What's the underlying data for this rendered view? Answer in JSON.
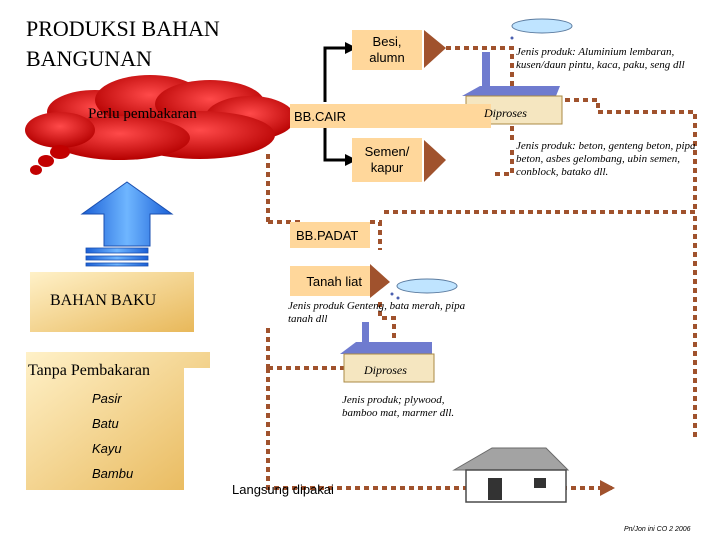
{
  "title": {
    "line1": "PRODUKSI BAHAN",
    "line2": "BANGUNAN"
  },
  "cloud": {
    "label": "Perlu pembakaran"
  },
  "bahan_baku": {
    "label": "BAHAN BAKU"
  },
  "tanpa_pembakaran": {
    "label": "Tanpa Pembakaran",
    "items": [
      "Pasir",
      "Batu",
      "Kayu",
      "Bambu"
    ]
  },
  "nodes": {
    "besi": "Besi, alumn",
    "bb_cair": "BB.CAIR",
    "semen": "Semen/ kapur",
    "bb_padat": "BB.PADAT",
    "tanah_liat": "Tanah liat",
    "diproses_1": "Diproses",
    "diproses_2": "Diproses",
    "langsung": "Langsung dipakai"
  },
  "notes": {
    "logam": "Jenis produk: Aluminium lembaran, kusen/daun pintu, kaca, paku, seng dll",
    "semen": "Jenis produk: beton, genteng beton, pipa beton, asbes gelombang, ubin semen, conblock, batako dll.",
    "tanah": "Jenis produk Genteng, bata merah, pipa tanah dll",
    "kayu": "Jenis produk; plywood, bamboo mat, marmer dll."
  },
  "footer": "Pn/Jon ini CO 2 2006",
  "colors": {
    "cloud": "#cc0000",
    "box": "#ffd79b",
    "arrow_fill": "#2a7fff",
    "dotted_line": "#a0522d",
    "arrow_head": "#a0522d",
    "factory": "#6f7bcf",
    "tan": "#f5d48a"
  }
}
